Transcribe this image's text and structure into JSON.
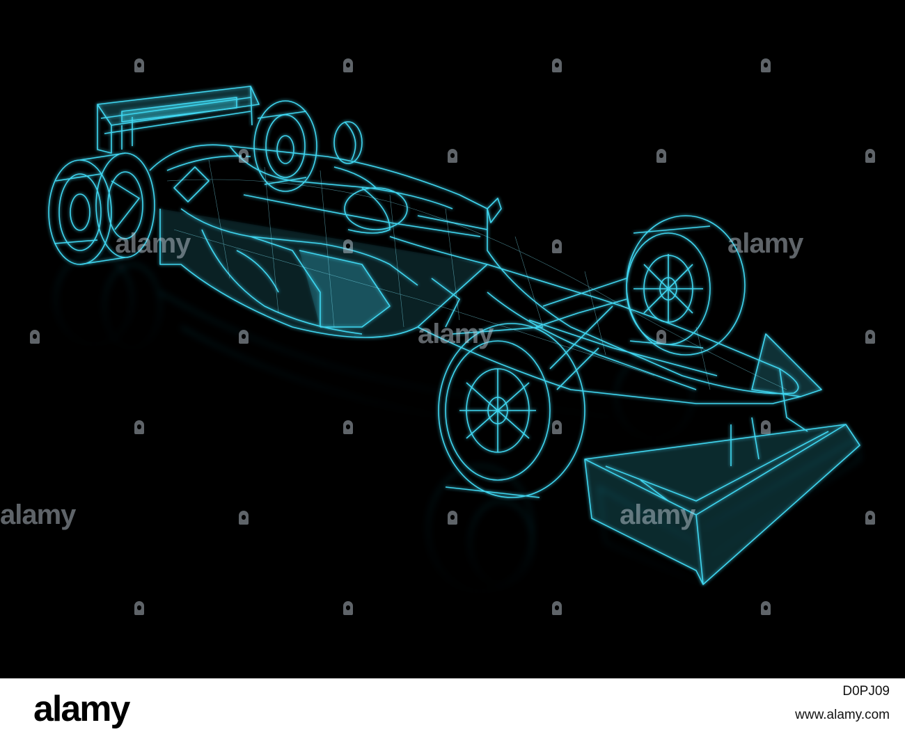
{
  "image": {
    "subject": "formula-one-race-car-wireframe",
    "background_color": "#000000",
    "wireframe_color": "#3fd6f0",
    "reflection_color": "#1b7a92"
  },
  "watermark": {
    "text": "alamy"
  },
  "footer": {
    "logo_text": "alamy",
    "image_id": "D0PJ09",
    "site": "www.alamy.com"
  }
}
